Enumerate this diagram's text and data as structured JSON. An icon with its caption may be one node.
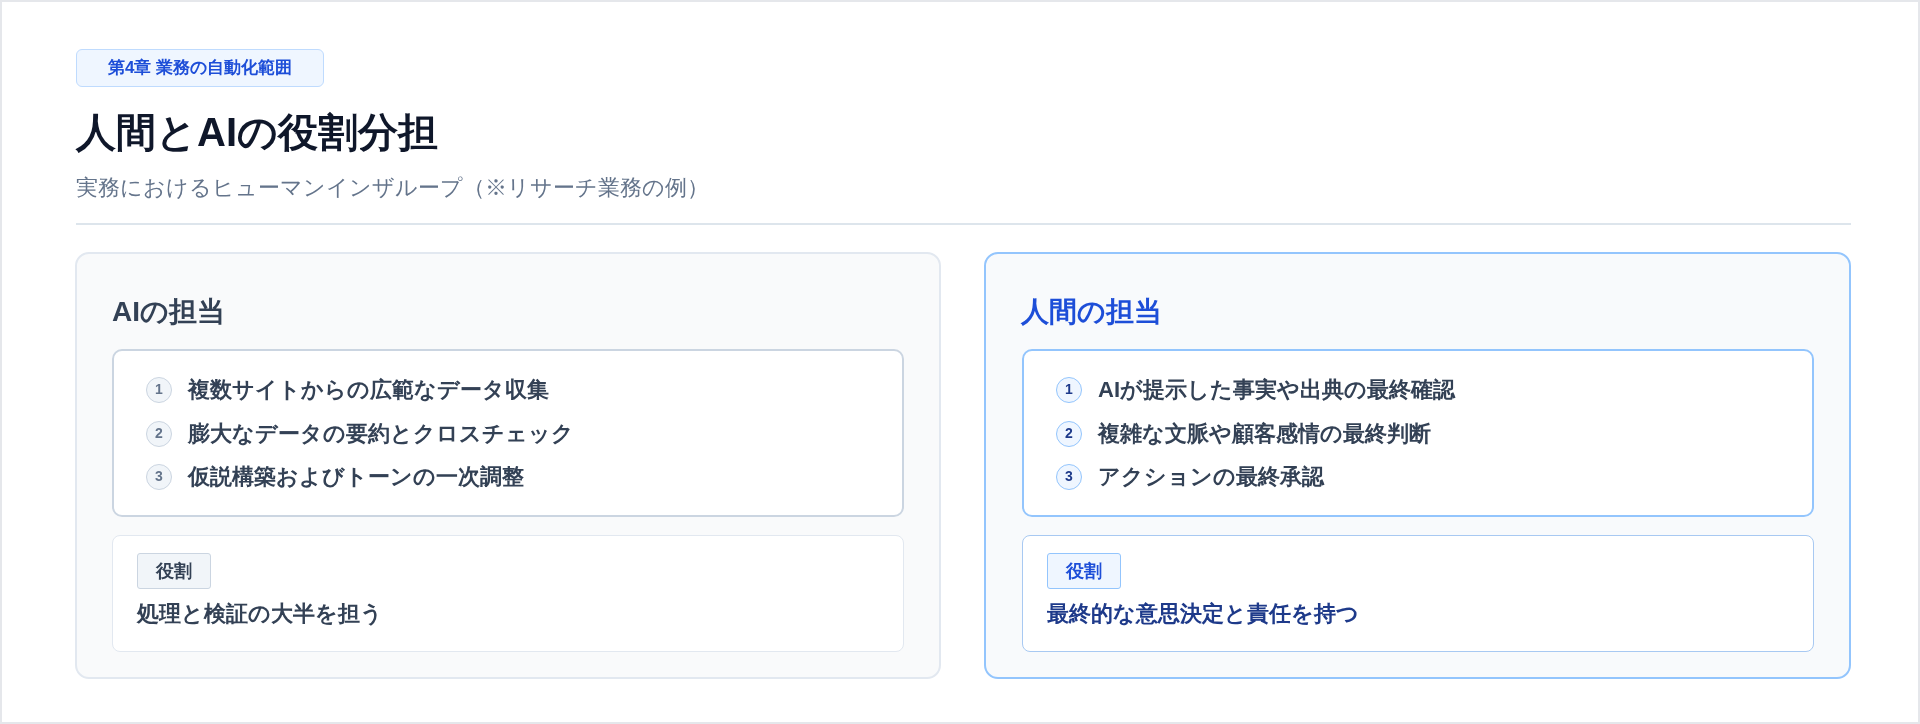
{
  "diagram": {
    "title": "人間とAIの役割分担",
    "nodes": [
      {
        "text": [
          "第4章 業務の自動化範囲"
        ]
      },
      {
        "text": [
          "AIの担当"
        ]
      },
      {
        "text": [],
        "shape": "box",
        "in": 1
      },
      {
        "text": [
          "1"
        ],
        "in": 2,
        "beside": [
          "複数サイトからの広範なデータ収集"
        ]
      },
      {
        "text": [
          "2"
        ],
        "in": 2,
        "beside": [
          "膨大なデータの要約とクロスチェック"
        ]
      },
      {
        "text": [
          "3"
        ],
        "in": 2,
        "beside": [
          "仮説構築およびトーンの一次調整"
        ]
      },
      {
        "text": [
          "処理と検証の大半を担う"
        ],
        "in": 1
      },
      {
        "text": [
          "役割"
        ],
        "in": 6
      },
      {
        "text": [
          "人間の担当"
        ]
      },
      {
        "text": [],
        "shape": "box",
        "in": 8
      },
      {
        "text": [
          "1"
        ],
        "in": 9,
        "beside": [
          "AIが提示した事実や出典の最終確認"
        ]
      },
      {
        "text": [
          "2"
        ],
        "in": 9,
        "beside": [
          "複雑な文脈や顧客感情の最終判断"
        ]
      },
      {
        "text": [
          "3"
        ],
        "in": 9,
        "beside": [
          "アクションの最終承認"
        ]
      },
      {
        "text": [
          "最終的な意思決定と責任を持つ"
        ],
        "in": 8
      },
      {
        "text": [
          "役割"
        ],
        "in": 13
      }
    ],
    "labels": [
      "実務におけるヒューマンインザループ（※リサーチ業務の例）"
    ]
  }
}
